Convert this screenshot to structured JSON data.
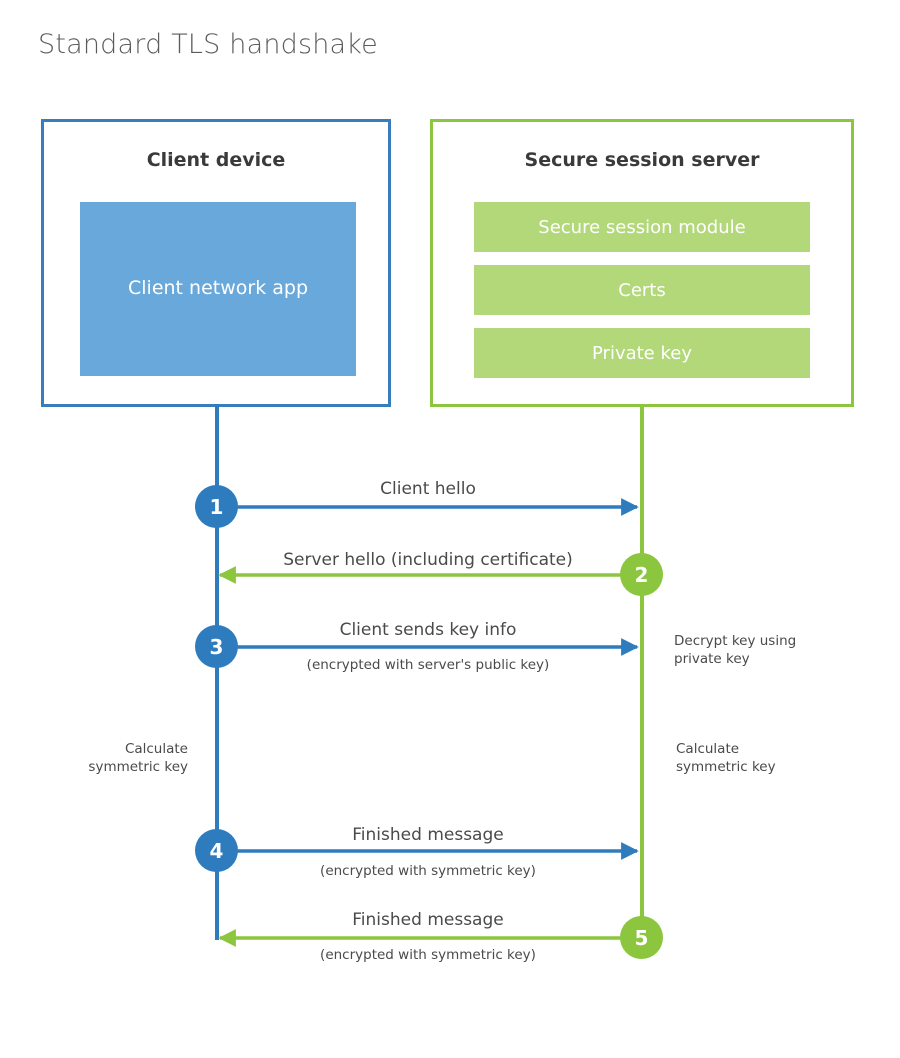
{
  "title": "Standard TLS handshake",
  "colors": {
    "client_border": "#3a7dbd",
    "client_accent": "#2e7cbe",
    "client_app_fill": "#69a8db",
    "server_border": "#8cc63e",
    "server_accent": "#8cc63e",
    "server_band_fill": "#b2d87a",
    "text": "#4a4a4a",
    "title_text": "#5b5b5b",
    "background": "#ffffff"
  },
  "client": {
    "title": "Client device",
    "app_label": "Client network app"
  },
  "server": {
    "title": "Secure session server",
    "bands": [
      {
        "label": "Secure session module"
      },
      {
        "label": "Certs"
      },
      {
        "label": "Private key"
      }
    ]
  },
  "steps": [
    {
      "number": "1",
      "label": "Client hello",
      "sublabel": "",
      "direction": "client-to-server",
      "actor": "client"
    },
    {
      "number": "2",
      "label": "Server hello (including certificate)",
      "sublabel": "",
      "direction": "server-to-client",
      "actor": "server"
    },
    {
      "number": "3",
      "label": "Client sends key info",
      "sublabel": "(encrypted with server's public key)",
      "direction": "client-to-server",
      "actor": "client"
    },
    {
      "number": "4",
      "label": "Finished message",
      "sublabel": "(encrypted with symmetric key)",
      "direction": "client-to-server",
      "actor": "client"
    },
    {
      "number": "5",
      "label": "Finished message",
      "sublabel": "(encrypted with symmetric key)",
      "direction": "server-to-client",
      "actor": "server"
    }
  ],
  "notes": {
    "decrypt_key": "Decrypt key using\nprivate key",
    "client_calculate": "Calculate\nsymmetric key",
    "server_calculate": "Calculate\nsymmetric key"
  }
}
